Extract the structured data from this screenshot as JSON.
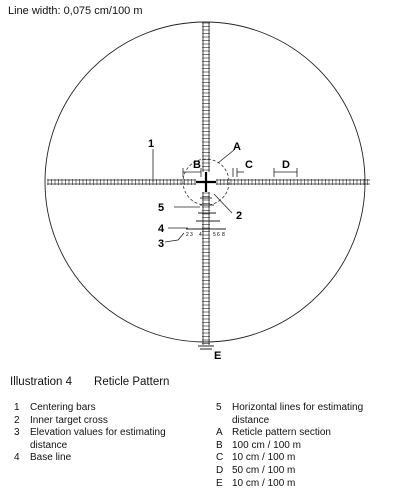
{
  "line_width": "Line width: 0,075 cm/100 m",
  "illustration": {
    "label": "Illustration 4",
    "title": "Reticle Pattern"
  },
  "callouts": {
    "c1": "1",
    "c2": "2",
    "c3": "3",
    "c4": "4",
    "c5": "5",
    "A": "A",
    "B": "B",
    "C": "C",
    "D": "D",
    "E": "E"
  },
  "elevation_values": [
    "2",
    "3",
    "4",
    "5",
    "6",
    "8"
  ],
  "legend_left": [
    {
      "key": "1",
      "text": "Centering bars"
    },
    {
      "key": "2",
      "text": "Inner target cross"
    },
    {
      "key": "3",
      "text": "Elevation values for estimating distance"
    },
    {
      "key": "4",
      "text": "Base line"
    }
  ],
  "legend_right": [
    {
      "key": "5",
      "text": "Horizontal lines for estimating distance"
    },
    {
      "key": "A",
      "text": "Reticle pattern section"
    },
    {
      "key": "B",
      "text": "100 cm / 100 m"
    },
    {
      "key": "C",
      "text": "10 cm / 100 m"
    },
    {
      "key": "D",
      "text": "50 cm / 100 m"
    },
    {
      "key": "E",
      "text": "10 cm / 100 m"
    }
  ]
}
